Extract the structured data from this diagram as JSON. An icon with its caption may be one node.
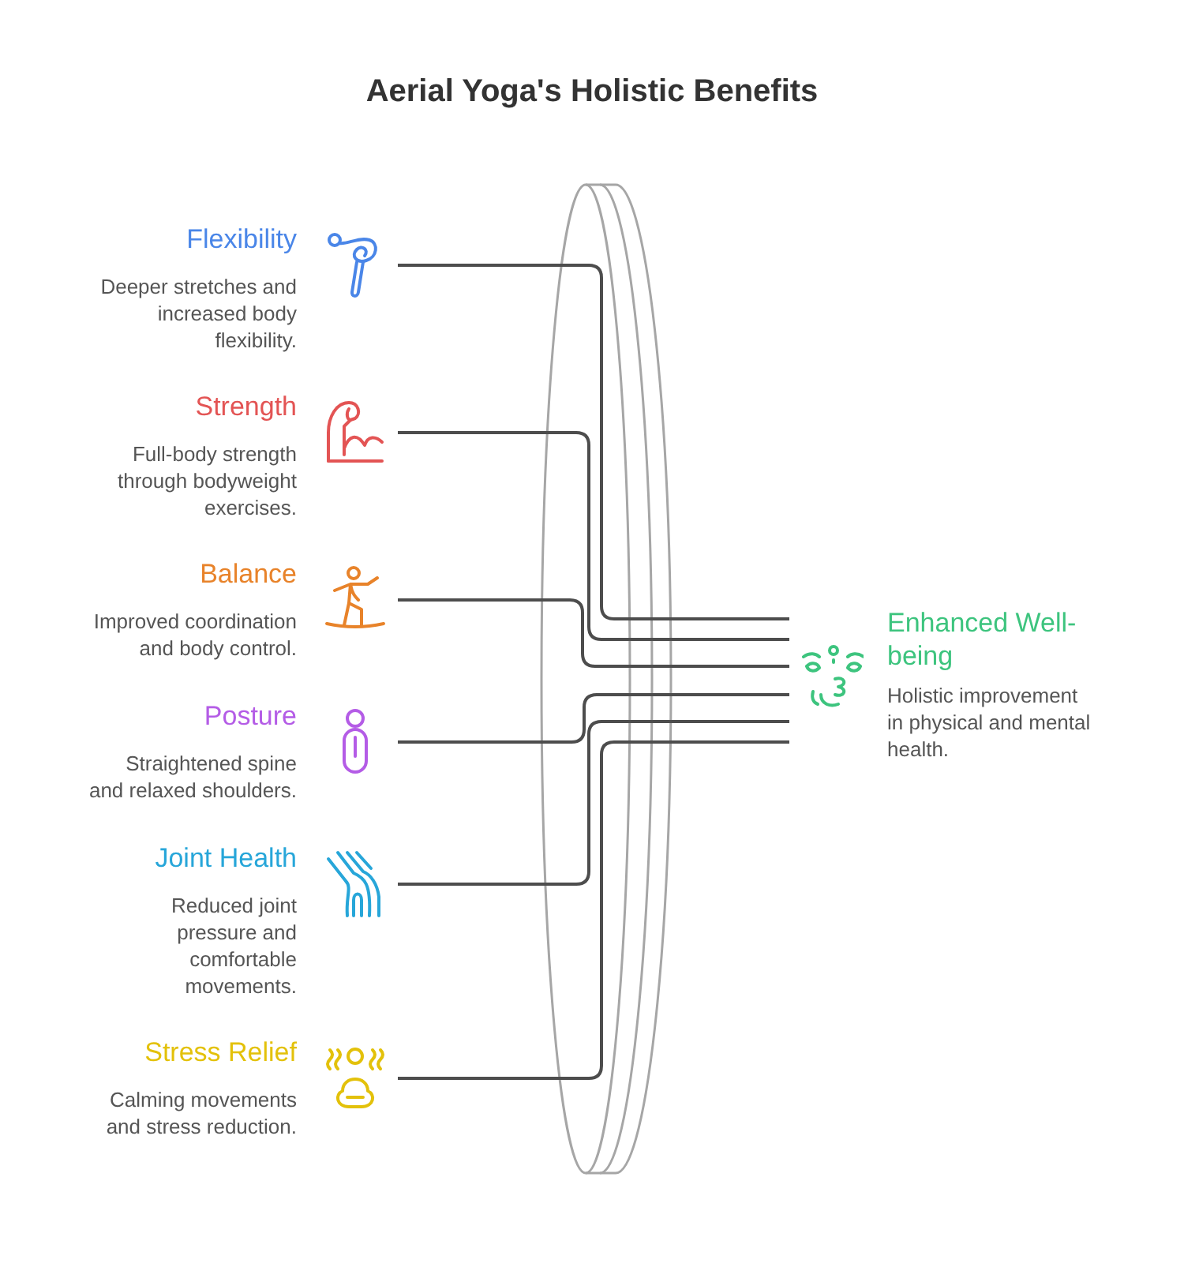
{
  "diagram": {
    "title": "Aerial Yoga's Holistic Benefits",
    "nodes": [
      {
        "text": [
          "Flexibility",
          "Deeper stretches and increased body flexibility."
        ]
      },
      {
        "text": [
          "Strength",
          "Full-body strength through bodyweight exercises."
        ]
      },
      {
        "text": [
          "Balance",
          "Improved coordination and body control."
        ]
      },
      {
        "text": [
          "Posture",
          "Straightened spine and relaxed shoulders."
        ]
      },
      {
        "text": [
          "Joint Health",
          "Reduced joint pressure and comfortable movements."
        ]
      },
      {
        "text": [
          "Stress Relief",
          "Calming movements and stress reduction."
        ]
      },
      {
        "text": [
          "Enhanced Well-being",
          "Holistic improvement in physical and mental health."
        ]
      }
    ],
    "edges": [
      {
        "from": 0,
        "to": 6,
        "arrow": "none"
      },
      {
        "from": 1,
        "to": 6,
        "arrow": "none"
      },
      {
        "from": 2,
        "to": 6,
        "arrow": "none"
      },
      {
        "from": 3,
        "to": 6,
        "arrow": "none"
      },
      {
        "from": 4,
        "to": 6,
        "arrow": "none"
      },
      {
        "from": 5,
        "to": 6,
        "arrow": "none"
      }
    ]
  }
}
